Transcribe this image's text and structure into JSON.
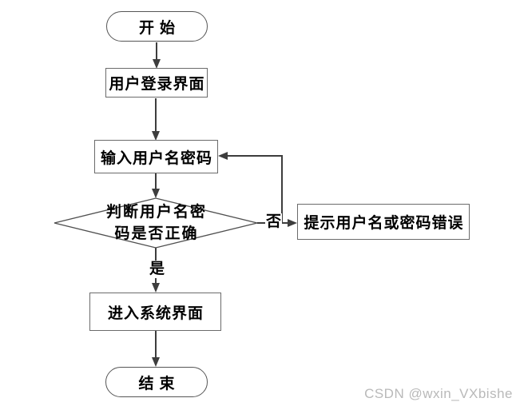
{
  "flowchart": {
    "nodes": {
      "start": {
        "label": "开始",
        "shape": "stadium"
      },
      "login": {
        "label": "用户登录界面",
        "shape": "rect"
      },
      "input": {
        "label": "输入用户名密码",
        "shape": "rect"
      },
      "decision": {
        "label": "判断用户名密码是否正确",
        "line1": "判断用户名密",
        "line2": "码是否正确",
        "shape": "diamond"
      },
      "error": {
        "label": "提示用户名或密码错误",
        "shape": "rect"
      },
      "system": {
        "label": "进入系统界面",
        "shape": "rect"
      },
      "end": {
        "label": "结束",
        "shape": "stadium"
      }
    },
    "edge_labels": {
      "no": "否",
      "yes": "是"
    },
    "colors": {
      "connector_line": "#3d3d3d",
      "box_border": "#6b6b6b",
      "stadium_border": "#565656",
      "diamond_border": "#4f4f4f",
      "text": "#000000",
      "background": "#ffffff"
    }
  },
  "watermark": {
    "text": "CSDN @wxin_VXbishe",
    "color": "#b9b9b9"
  }
}
